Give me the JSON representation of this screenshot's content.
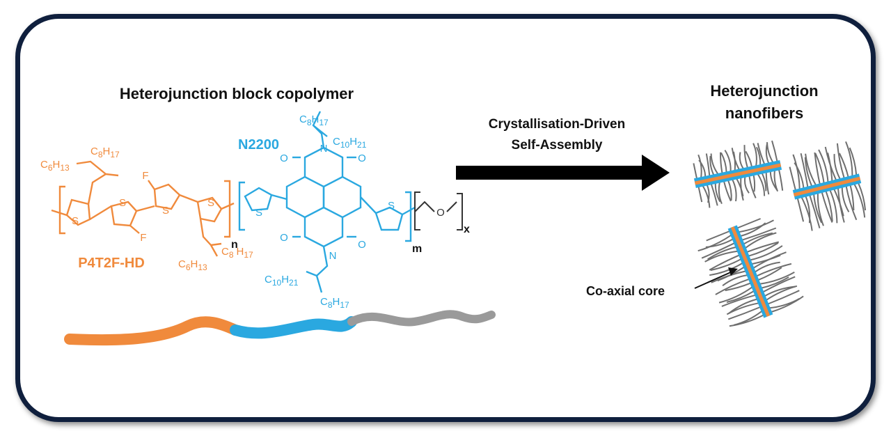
{
  "title_left": "Heterojunction block copolymer",
  "title_right_line1": "Heterojunction",
  "title_right_line2": "nanofibers",
  "arrow_label_line1": "Crystallisation-Driven",
  "arrow_label_line2": "Self-Assembly",
  "p4t2f_label": "P4T2F-HD",
  "n2200_label": "N2200",
  "coaxial_label": "Co-axial core",
  "atoms": {
    "S": "S",
    "F": "F",
    "N": "N",
    "O": "O",
    "C": "C",
    "H": "H"
  },
  "subscripts": {
    "n": "n",
    "m": "m",
    "x": "x",
    "c6": "6",
    "c8": "8",
    "c10": "10",
    "h13": "13",
    "h17": "17",
    "h21": "21"
  },
  "colors": {
    "orange": "#f08a3c",
    "blue": "#2aa8e0",
    "gray": "#9a9a9a",
    "fiber_gray": "#6e6e6e",
    "frame": "#0f1f3d",
    "text": "#111111"
  }
}
